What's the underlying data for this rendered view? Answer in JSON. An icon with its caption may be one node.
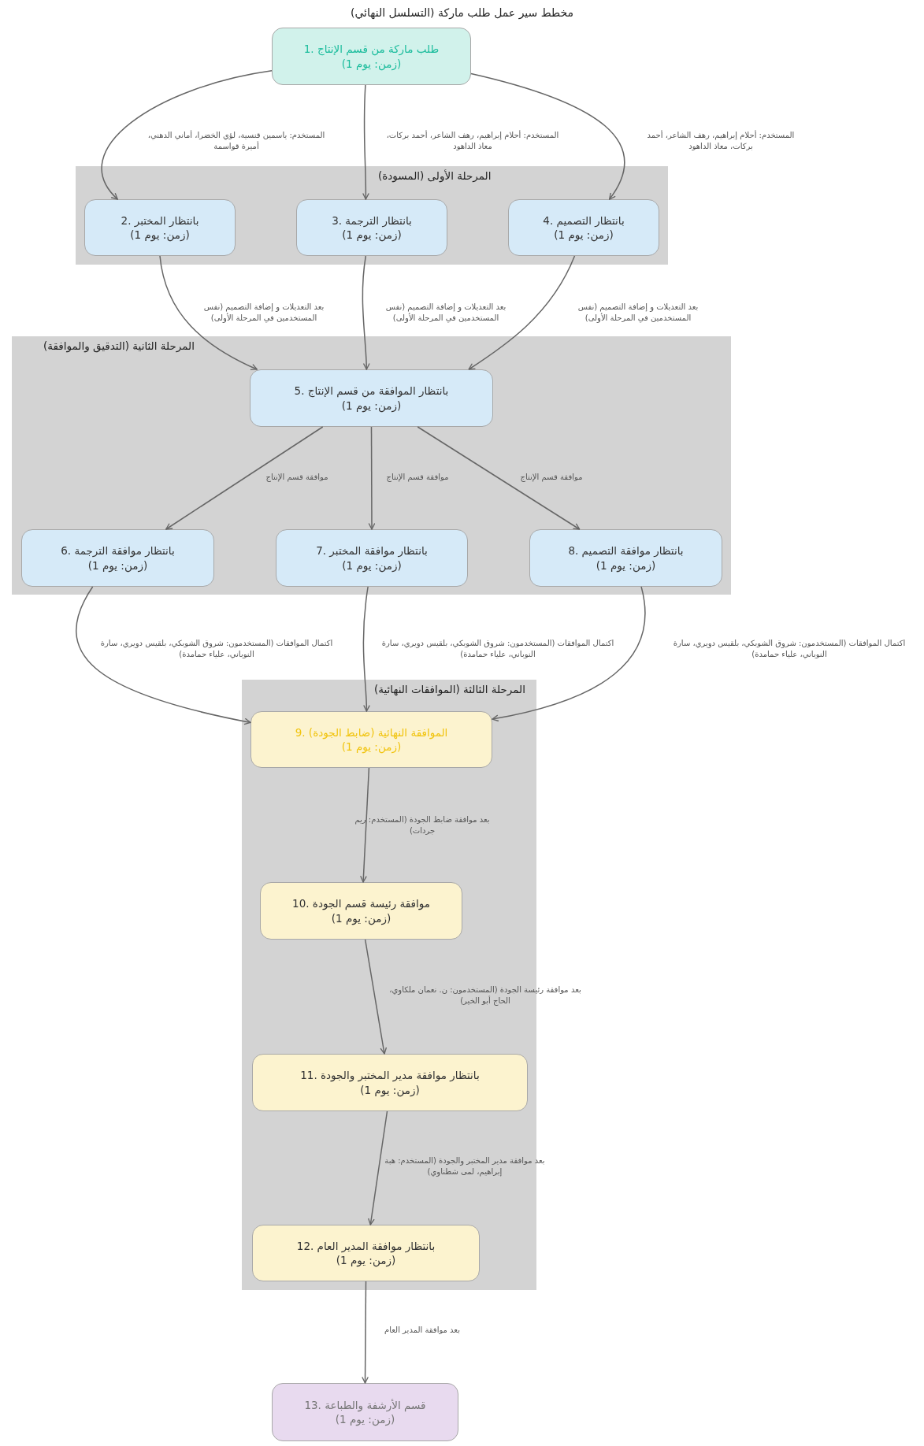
{
  "diagram": {
    "title": "مخطط سير عمل طلب ماركة (التسلسل النهائي)",
    "nodes": [
      {
        "text": [
          "1. طلب ماركة من قسم الإنتاج",
          "(زمن: يوم 1)"
        ]
      },
      {
        "text": [
          "المرحلة الأولى (المسودة)"
        ]
      },
      {
        "text": [
          "2. بانتظار المختبر",
          "(زمن: يوم 1)"
        ],
        "in": 1
      },
      {
        "text": [
          "3. بانتظار الترجمة",
          "(زمن: يوم 1)"
        ],
        "in": 1
      },
      {
        "text": [
          "4. بانتظار التصميم",
          "(زمن: يوم 1)"
        ],
        "in": 1
      },
      {
        "text": [
          "المرحلة الثانية (التدقيق والموافقة)"
        ]
      },
      {
        "text": [
          "5. بانتظار الموافقة من قسم الإنتاج",
          "(زمن: يوم 1)"
        ],
        "in": 5
      },
      {
        "text": [
          "6. بانتظار موافقة الترجمة",
          "(زمن: يوم 1)"
        ],
        "in": 5
      },
      {
        "text": [
          "7. بانتظار موافقة المختبر",
          "(زمن: يوم 1)"
        ],
        "in": 5
      },
      {
        "text": [
          "8. بانتظار موافقة التصميم",
          "(زمن: يوم 1)"
        ],
        "in": 5
      },
      {
        "text": [
          "المرحلة الثالثة (الموافقات النهائية)"
        ]
      },
      {
        "text": [
          "9. الموافقة النهائية (ضابط الجودة)",
          "(زمن: يوم 1)"
        ],
        "in": 10
      },
      {
        "text": [
          "10. موافقة رئيسة قسم الجودة",
          "(زمن: يوم 1)"
        ],
        "in": 10
      },
      {
        "text": [
          "11. بانتظار موافقة مدير المختبر والجودة",
          "(زمن: يوم 1)"
        ],
        "in": 10
      },
      {
        "text": [
          "12. بانتظار موافقة المدير العام",
          "(زمن: يوم 1)"
        ],
        "in": 10
      },
      {
        "text": [
          "13. قسم الأرشفة والطباعة",
          "(زمن: يوم 1)"
        ]
      }
    ],
    "edges": [
      {
        "from": 0,
        "to": 2,
        "arrow": "to",
        "label": "المستخدم: ياسمين قنسية، لؤي الخضرا، أماني الدهني، أميرة قواسمة"
      },
      {
        "from": 0,
        "to": 3,
        "arrow": "to",
        "label": "المستخدم: أحلام إبراهيم، رهف الشاعر، أحمد بركات، معاذ الداهود"
      },
      {
        "from": 0,
        "to": 4,
        "arrow": "to",
        "label": "المستخدم: أحلام إبراهيم، رهف الشاعر، أحمد بركات، معاذ الداهود"
      },
      {
        "from": 2,
        "to": 6,
        "arrow": "to",
        "label": "بعد التعديلات و إضافة التصميم (نفس المستخدمين في المرحلة الأولى)"
      },
      {
        "from": 3,
        "to": 6,
        "arrow": "to",
        "label": "بعد التعديلات و إضافة التصميم (نفس المستخدمين في المرحلة الأولى)"
      },
      {
        "from": 4,
        "to": 6,
        "arrow": "to",
        "label": "بعد التعديلات و إضافة التصميم (نفس المستخدمين في المرحلة الأولى)"
      },
      {
        "from": 6,
        "to": 7,
        "arrow": "to",
        "label": "موافقة قسم الإنتاج"
      },
      {
        "from": 6,
        "to": 8,
        "arrow": "to",
        "label": "موافقة قسم الإنتاج"
      },
      {
        "from": 6,
        "to": 9,
        "arrow": "to",
        "label": "موافقة قسم الإنتاج"
      },
      {
        "from": 7,
        "to": 11,
        "arrow": "to",
        "label": "اكتمال الموافقات (المستخدمون: شروق الشوبكي، بلقيس دويري، سارة النوباني، علياء حمامدة)"
      },
      {
        "from": 8,
        "to": 11,
        "arrow": "to",
        "label": "اكتمال الموافقات (المستخدمون: شروق الشوبكي، بلقيس دويري، سارة النوباني، علياء حمامدة)"
      },
      {
        "from": 9,
        "to": 11,
        "arrow": "to",
        "label": "اكتمال الموافقات (المستخدمون: شروق الشوبكي، بلقيس دويري، سارة النوباني، علياء حمامدة)"
      },
      {
        "from": 11,
        "to": 12,
        "arrow": "to",
        "label": "بعد موافقة ضابط الجودة (المستخدم: ريم جردات)"
      },
      {
        "from": 12,
        "to": 13,
        "arrow": "to",
        "label": "بعد موافقة رئيسة الجودة (المستخدمون: ن. نعمان ملكاوي، الحاج أبو الخير)"
      },
      {
        "from": 13,
        "to": 14,
        "arrow": "to",
        "label": "بعد موافقة مدير المختبر والجودة (المستخدم: هبة إبراهيم، لمى شطناوي)"
      },
      {
        "from": 14,
        "to": 15,
        "arrow": "to",
        "label": "بعد موافقة المدير العام"
      }
    ]
  }
}
